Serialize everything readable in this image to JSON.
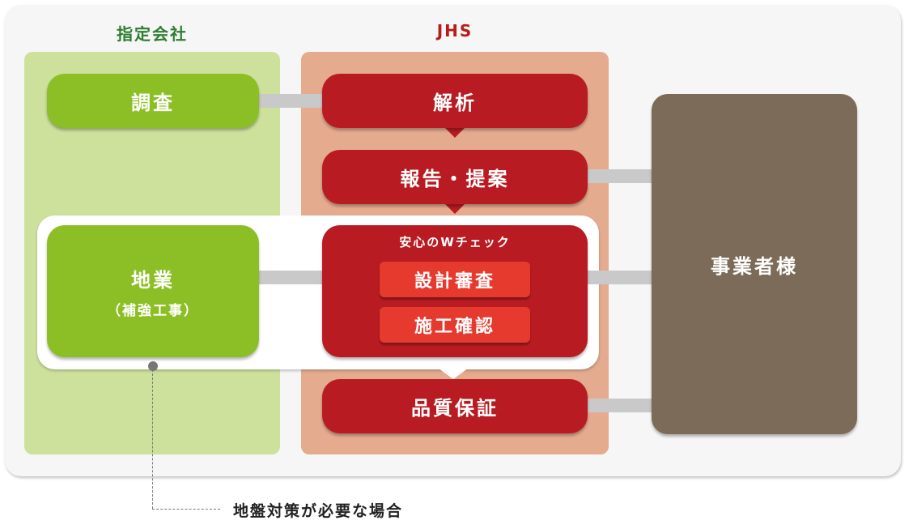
{
  "headers": {
    "left": "指定会社",
    "right": "JHS"
  },
  "boxes": {
    "chousa": "調査",
    "kaiseki": "解析",
    "houkoku": "報告・提案",
    "check_label": "安心のWチェック",
    "check_items": [
      "設計審査",
      "施工確認"
    ],
    "jigyou_main": "地業",
    "jigyou_sub": "（補強工事）",
    "hinshitsu": "品質保証",
    "client": "事業者様"
  },
  "note": "地盤対策が必要な場合",
  "colors": {
    "green_header": "#2e7d32",
    "red_header": "#b71c1c",
    "green_col": "#cde19c",
    "red_col": "#e4ab8f",
    "green_box": "#8cbf25",
    "red_box": "#b81c22",
    "sub_box": "#e63a2e",
    "client_box": "#7b6b58",
    "connector": "#c9c9c9"
  }
}
